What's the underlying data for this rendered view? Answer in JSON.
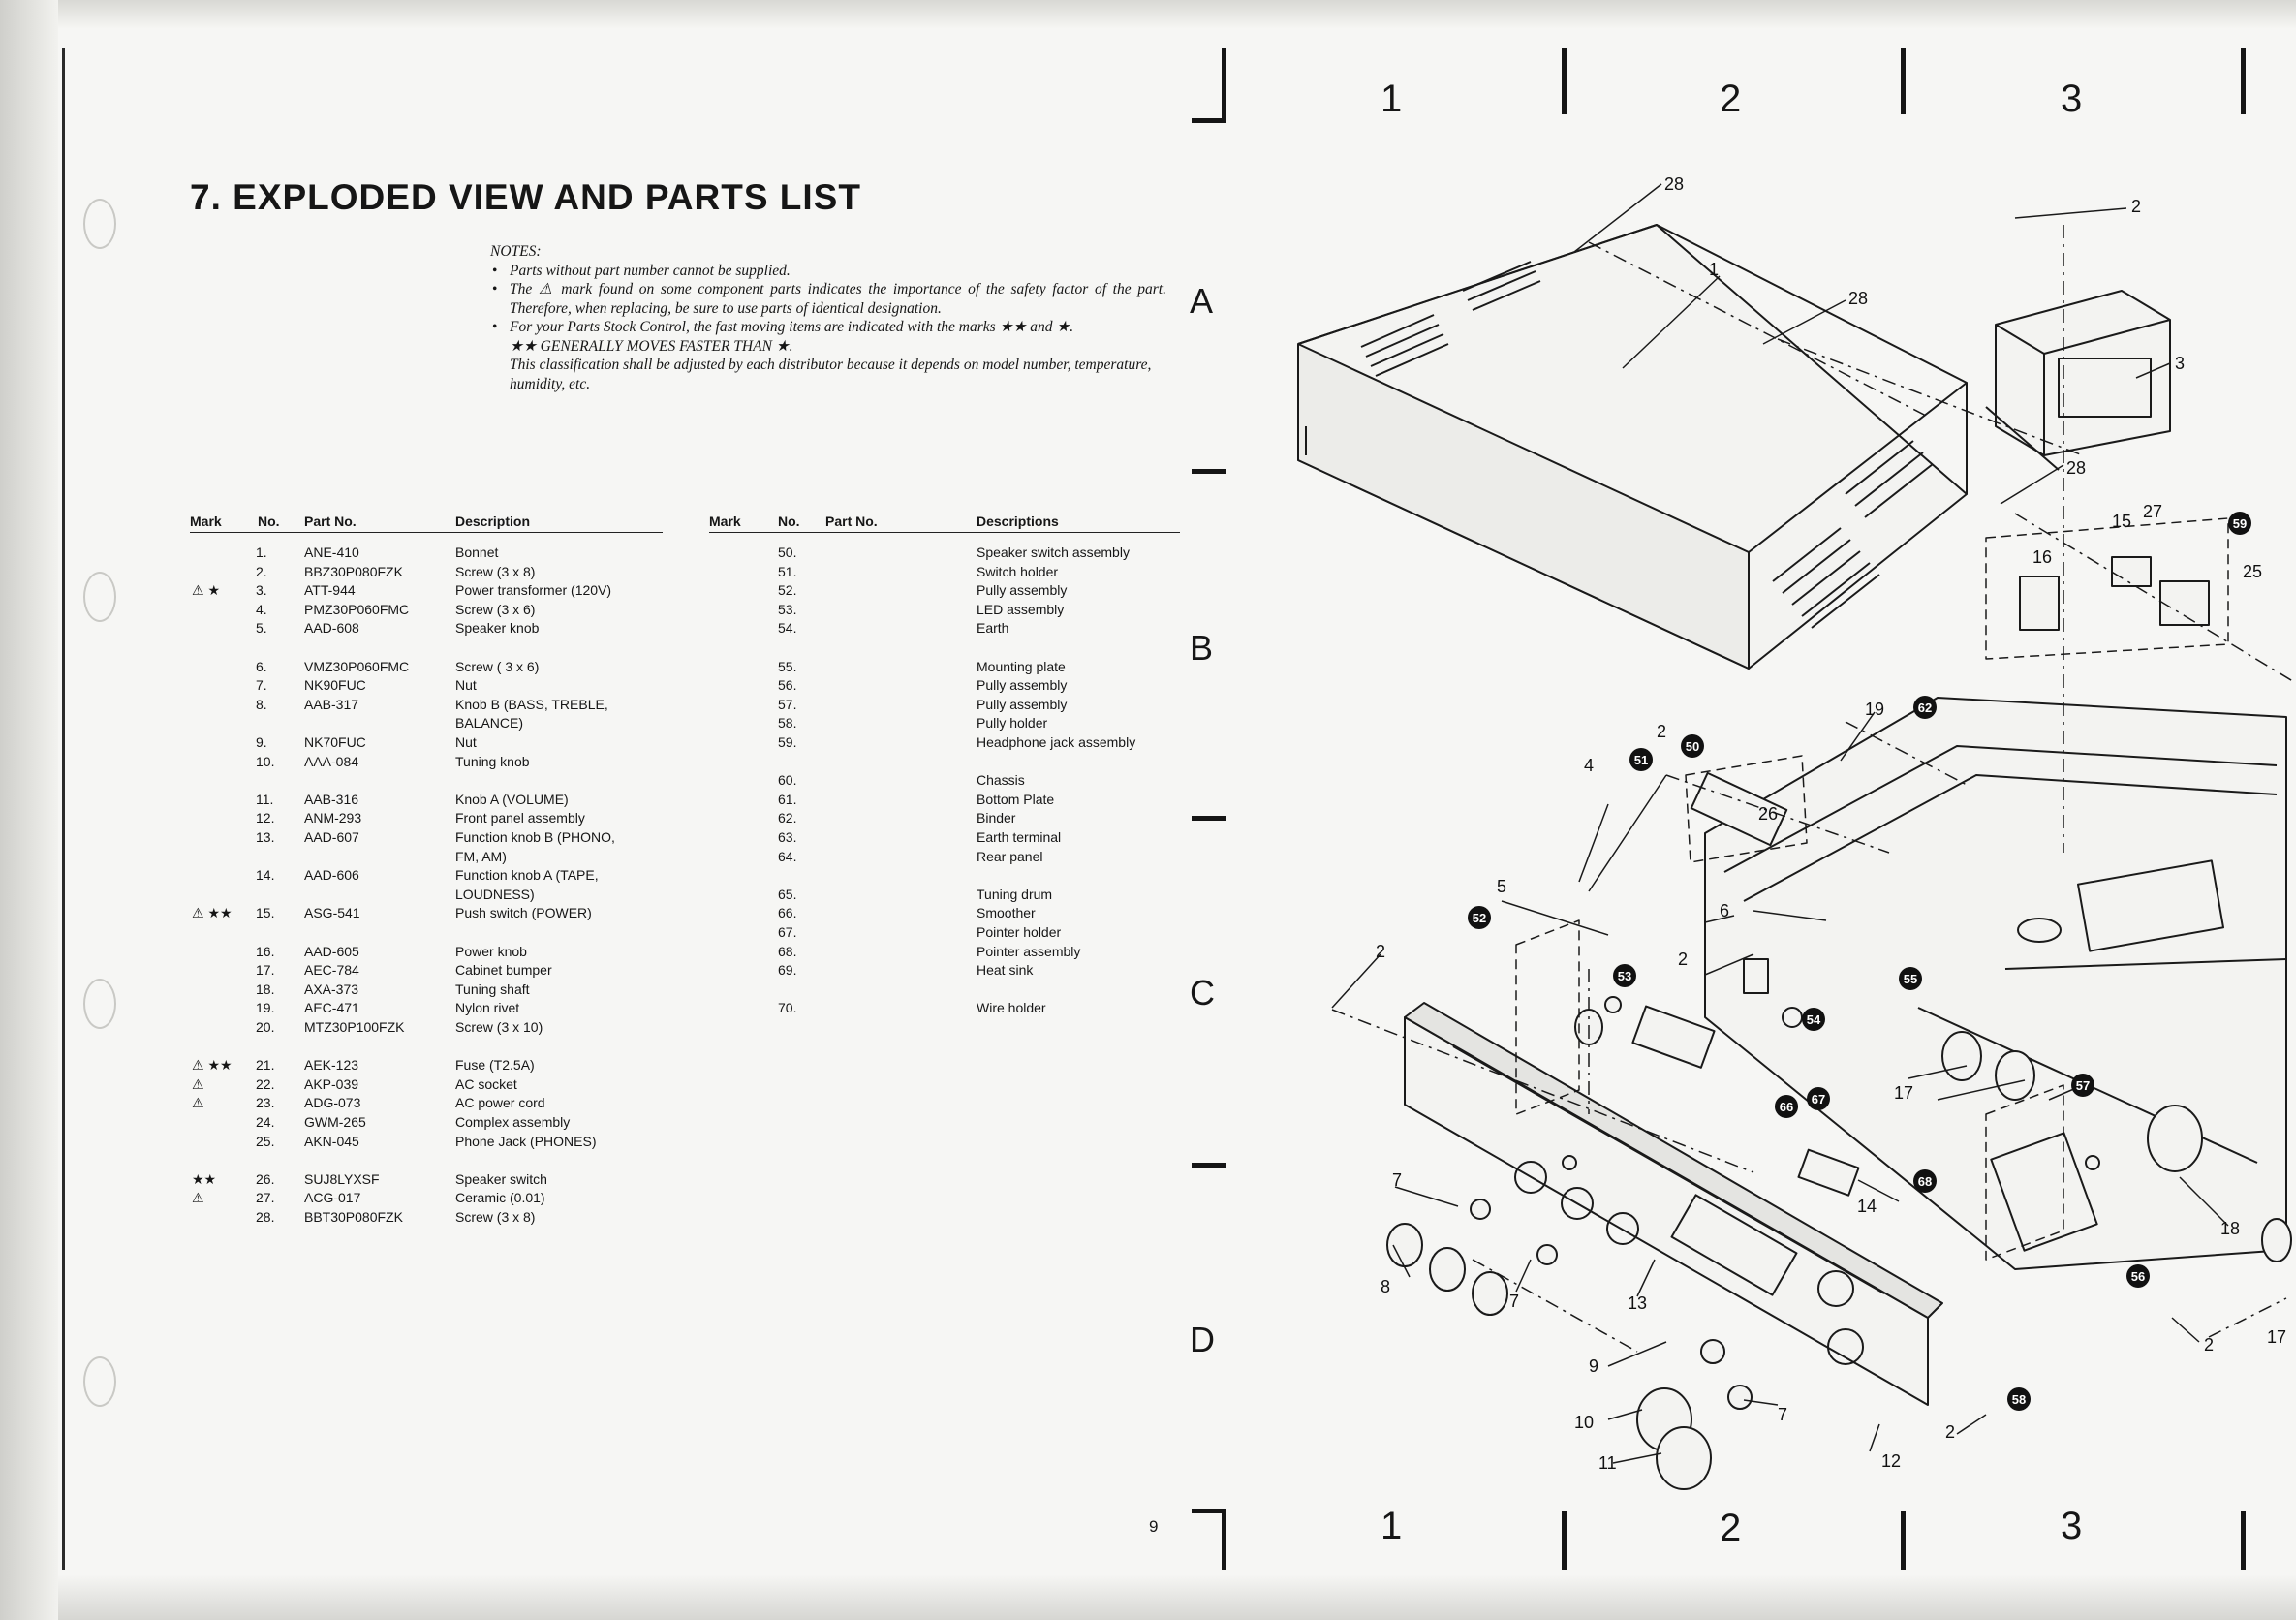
{
  "page": {
    "title": "7. EXPLODED VIEW AND PARTS LIST",
    "page_number": "9"
  },
  "notes": {
    "heading": "NOTES:",
    "bullet1": "Parts without part number cannot be supplied.",
    "bullet2": "The ⚠ mark found on some component parts indicates the importance of the safety factor of the part. Therefore, when replacing, be sure to use parts of identical designation.",
    "bullet3": "For your Parts Stock Control, the fast moving items are indicated with the marks ★★ and ★.",
    "line4": "★★  GENERALLY MOVES FASTER THAN ★.",
    "line5": "This classification shall be adjusted by each distributor because it depends on model number, temperature, humidity, etc."
  },
  "table_left": {
    "headers": {
      "mark": "Mark",
      "no": "No.",
      "part": "Part No.",
      "desc": "Description"
    },
    "rows": [
      {
        "mark": "",
        "no": "1.",
        "part": "ANE-410",
        "desc": "Bonnet"
      },
      {
        "mark": "",
        "no": "2.",
        "part": "BBZ30P080FZK",
        "desc": "Screw (3 x 8)"
      },
      {
        "mark": "⚠  ★",
        "no": "3.",
        "part": "ATT-944",
        "desc": "Power transformer (120V)"
      },
      {
        "mark": "",
        "no": "4.",
        "part": "PMZ30P060FMC",
        "desc": "Screw (3 x 6)"
      },
      {
        "mark": "",
        "no": "5.",
        "part": "AAD-608",
        "desc": "Speaker knob"
      },
      {
        "mark": "",
        "no": "6.",
        "part": "VMZ30P060FMC",
        "desc": "Screw ( 3 x 6)"
      },
      {
        "mark": "",
        "no": "7.",
        "part": "NK90FUC",
        "desc": "Nut"
      },
      {
        "mark": "",
        "no": "8.",
        "part": "AAB-317",
        "desc": "Knob B (BASS, TREBLE,"
      },
      {
        "mark": "",
        "no": "",
        "part": "",
        "desc": "BALANCE)"
      },
      {
        "mark": "",
        "no": "9.",
        "part": "NK70FUC",
        "desc": "Nut"
      },
      {
        "mark": "",
        "no": "10.",
        "part": "AAA-084",
        "desc": "Tuning knob"
      },
      {
        "mark": "",
        "no": "11.",
        "part": "AAB-316",
        "desc": "Knob A (VOLUME)"
      },
      {
        "mark": "",
        "no": "12.",
        "part": "ANM-293",
        "desc": "Front panel assembly"
      },
      {
        "mark": "",
        "no": "13.",
        "part": "AAD-607",
        "desc": "Function knob B (PHONO,"
      },
      {
        "mark": "",
        "no": "",
        "part": "",
        "desc": "FM, AM)"
      },
      {
        "mark": "",
        "no": "14.",
        "part": "AAD-606",
        "desc": "Function knob A (TAPE,"
      },
      {
        "mark": "",
        "no": "",
        "part": "",
        "desc": "LOUDNESS)"
      },
      {
        "mark": "⚠ ★★",
        "no": "15.",
        "part": "ASG-541",
        "desc": "Push switch (POWER)"
      },
      {
        "mark": "",
        "no": "16.",
        "part": "AAD-605",
        "desc": "Power knob"
      },
      {
        "mark": "",
        "no": "17.",
        "part": "AEC-784",
        "desc": "Cabinet bumper"
      },
      {
        "mark": "",
        "no": "18.",
        "part": "AXA-373",
        "desc": "Tuning shaft"
      },
      {
        "mark": "",
        "no": "19.",
        "part": "AEC-471",
        "desc": "Nylon rivet"
      },
      {
        "mark": "",
        "no": "20.",
        "part": "MTZ30P100FZK",
        "desc": "Screw (3 x 10)"
      },
      {
        "mark": "⚠ ★★",
        "no": "21.",
        "part": "AEK-123",
        "desc": "Fuse (T2.5A)"
      },
      {
        "mark": "⚠",
        "no": "22.",
        "part": "AKP-039",
        "desc": "AC socket"
      },
      {
        "mark": "⚠",
        "no": "23.",
        "part": "ADG-073",
        "desc": "AC power cord"
      },
      {
        "mark": "",
        "no": "24.",
        "part": "GWM-265",
        "desc": "Complex assembly"
      },
      {
        "mark": "",
        "no": "25.",
        "part": "AKN-045",
        "desc": "Phone Jack (PHONES)"
      },
      {
        "mark": "★★",
        "no": "26.",
        "part": "SUJ8LYXSF",
        "desc": "Speaker switch"
      },
      {
        "mark": "⚠",
        "no": "27.",
        "part": "ACG-017",
        "desc": "Ceramic (0.01)"
      },
      {
        "mark": "",
        "no": "28.",
        "part": "BBT30P080FZK",
        "desc": "Screw (3 x 8)"
      }
    ]
  },
  "table_right": {
    "headers": {
      "mark": "Mark",
      "no": "No.",
      "part": "Part No.",
      "desc": "Descriptions"
    },
    "rows": [
      {
        "no": "50.",
        "desc": "Speaker switch assembly"
      },
      {
        "no": "51.",
        "desc": "Switch holder"
      },
      {
        "no": "52.",
        "desc": "Pully assembly"
      },
      {
        "no": "53.",
        "desc": "LED assembly"
      },
      {
        "no": "54.",
        "desc": "Earth"
      },
      {
        "no": "55.",
        "desc": "Mounting plate"
      },
      {
        "no": "56.",
        "desc": "Pully assembly"
      },
      {
        "no": "57.",
        "desc": "Pully assembly"
      },
      {
        "no": "58.",
        "desc": "Pully holder"
      },
      {
        "no": "59.",
        "desc": "Headphone jack assembly"
      },
      {
        "no": "60.",
        "desc": "Chassis"
      },
      {
        "no": "61.",
        "desc": "Bottom Plate"
      },
      {
        "no": "62.",
        "desc": "Binder"
      },
      {
        "no": "63.",
        "desc": "Earth terminal"
      },
      {
        "no": "64.",
        "desc": "Rear panel"
      },
      {
        "no": "65.",
        "desc": "Tuning drum"
      },
      {
        "no": "66.",
        "desc": "Smoother"
      },
      {
        "no": "67.",
        "desc": "Pointer holder"
      },
      {
        "no": "68.",
        "desc": "Pointer assembly"
      },
      {
        "no": "69.",
        "desc": "Heat sink"
      },
      {
        "no": "70.",
        "desc": "Wire holder"
      }
    ]
  },
  "grid": {
    "columns": [
      "1",
      "2",
      "3"
    ],
    "rows": [
      "A",
      "B",
      "C",
      "D"
    ]
  },
  "diagram": {
    "callouts": {
      "n28a": "28",
      "n28b": "28",
      "n28c": "28",
      "n1": "1",
      "n2a": "2",
      "n3": "3",
      "n15": "15",
      "n27": "27",
      "n59": "59",
      "n16": "16",
      "n25": "25",
      "n19": "19",
      "n62": "62",
      "n4": "4",
      "n51": "51",
      "n2b": "2",
      "n50": "50",
      "n26": "26",
      "n5": "5",
      "n6": "6",
      "n52": "52",
      "n55": "55",
      "n2c": "2",
      "n53": "53",
      "n2d": "2",
      "n54": "54",
      "n17a": "17",
      "n57": "57",
      "n66": "66",
      "n67": "67",
      "n68": "68",
      "n7a": "7",
      "n14": "14",
      "n18": "18",
      "n56": "56",
      "n8": "8",
      "n7b": "7",
      "n13": "13",
      "n9": "9",
      "n10": "10",
      "n11": "11",
      "n7c": "7",
      "n12": "12",
      "n58": "58",
      "n2e": "2",
      "n2f": "2",
      "n17b": "17"
    }
  }
}
